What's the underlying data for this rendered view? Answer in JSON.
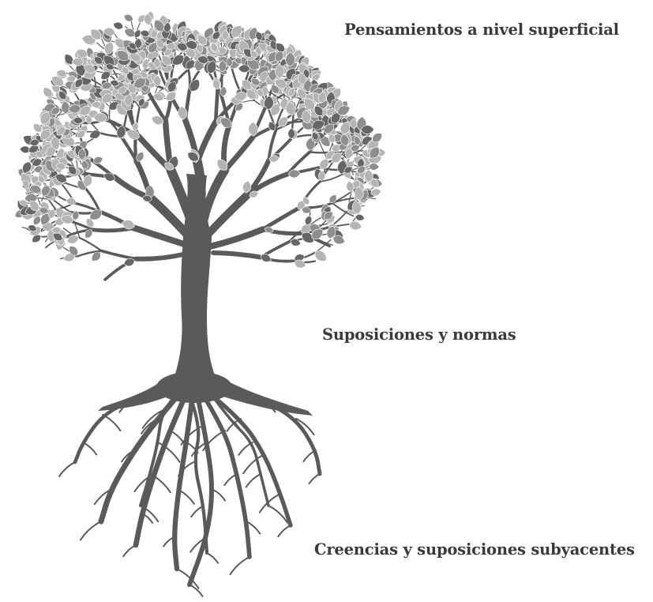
{
  "labels": {
    "surface": "Pensamientos a nivel superficial",
    "middle": "Suposiciones y normas",
    "deep": "Creencias y suposiciones subyacentes"
  },
  "colors": {
    "trunk": "#5a5a5a",
    "leaf_light": "#b4b4b4",
    "leaf_mid": "#8e8e8e",
    "leaf_dark": "#666666",
    "text": "#3a3a3a"
  }
}
